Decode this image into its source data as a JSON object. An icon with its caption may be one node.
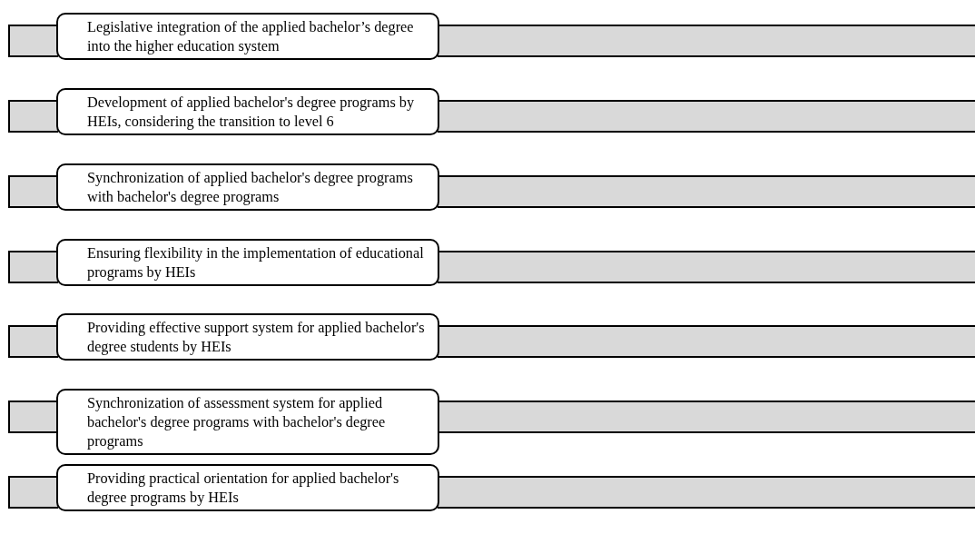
{
  "diagram": {
    "nodes": [
      {
        "text": [
          "Legislative integration of the applied bachelor’s degree into the higher education system"
        ]
      },
      {
        "text": [
          "Development of applied bachelor's degree programs by HEIs, considering the transition to level 6"
        ]
      },
      {
        "text": [
          "Synchronization of applied bachelor's degree programs with bachelor's degree programs"
        ]
      },
      {
        "text": [
          "Ensuring flexibility in the implementation of educational programs by HEIs"
        ]
      },
      {
        "text": [
          "Providing effective support system for applied bachelor's degree students by HEIs"
        ]
      },
      {
        "text": [
          "Synchronization of assessment system for applied bachelor's degree programs with bachelor's degree programs"
        ]
      },
      {
        "text": [
          "Providing practical orientation for applied bachelor's degree programs by HEIs"
        ]
      },
      {
        "text": [],
        "shape": "bar"
      },
      {
        "text": [],
        "shape": "bar"
      },
      {
        "text": [],
        "shape": "bar"
      },
      {
        "text": [],
        "shape": "bar"
      },
      {
        "text": [],
        "shape": "bar"
      },
      {
        "text": [],
        "shape": "bar"
      },
      {
        "text": [],
        "shape": "bar"
      }
    ]
  }
}
